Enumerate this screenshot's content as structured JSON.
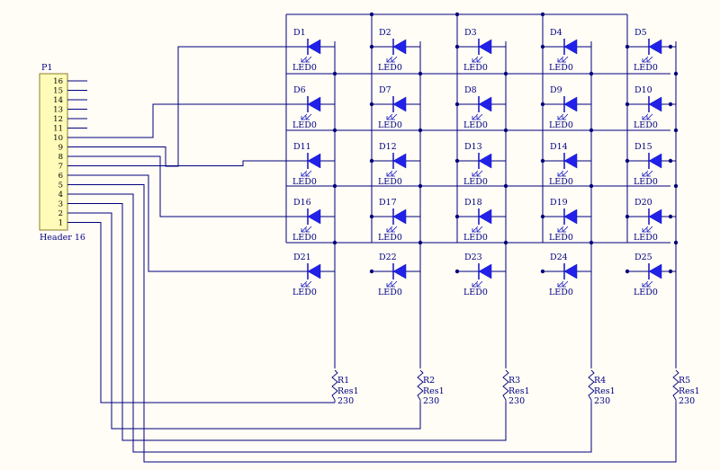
{
  "header": {
    "ref": "P1",
    "name": "Header 16",
    "pins": [
      "16",
      "15",
      "14",
      "13",
      "12",
      "11",
      "10",
      "9",
      "8",
      "7",
      "6",
      "5",
      "4",
      "3",
      "2",
      "1"
    ]
  },
  "leds": [
    {
      "ref": "D1",
      "value": "LED0"
    },
    {
      "ref": "D2",
      "value": "LED0"
    },
    {
      "ref": "D3",
      "value": "LED0"
    },
    {
      "ref": "D4",
      "value": "LED0"
    },
    {
      "ref": "D5",
      "value": "LED0"
    },
    {
      "ref": "D6",
      "value": "LED0"
    },
    {
      "ref": "D7",
      "value": "LED0"
    },
    {
      "ref": "D8",
      "value": "LED0"
    },
    {
      "ref": "D9",
      "value": "LED0"
    },
    {
      "ref": "D10",
      "value": "LED0"
    },
    {
      "ref": "D11",
      "value": "LED0"
    },
    {
      "ref": "D12",
      "value": "LED0"
    },
    {
      "ref": "D13",
      "value": "LED0"
    },
    {
      "ref": "D14",
      "value": "LED0"
    },
    {
      "ref": "D15",
      "value": "LED0"
    },
    {
      "ref": "D16",
      "value": "LED0"
    },
    {
      "ref": "D17",
      "value": "LED0"
    },
    {
      "ref": "D18",
      "value": "LED0"
    },
    {
      "ref": "D19",
      "value": "LED0"
    },
    {
      "ref": "D20",
      "value": "LED0"
    },
    {
      "ref": "D21",
      "value": "LED0"
    },
    {
      "ref": "D22",
      "value": "LED0"
    },
    {
      "ref": "D23",
      "value": "LED0"
    },
    {
      "ref": "D24",
      "value": "LED0"
    },
    {
      "ref": "D25",
      "value": "LED0"
    }
  ],
  "resistors": [
    {
      "ref": "R1",
      "type": "Res1",
      "value": "230"
    },
    {
      "ref": "R2",
      "type": "Res1",
      "value": "230"
    },
    {
      "ref": "R3",
      "type": "Res1",
      "value": "230"
    },
    {
      "ref": "R4",
      "type": "Res1",
      "value": "230"
    },
    {
      "ref": "R5",
      "type": "Res1",
      "value": "230"
    }
  ]
}
